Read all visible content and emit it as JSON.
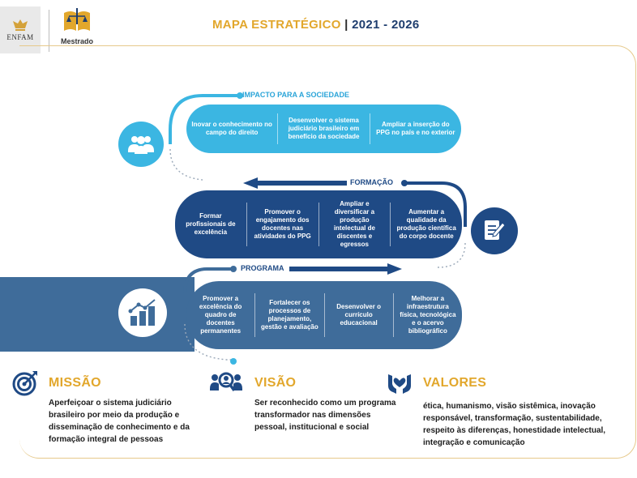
{
  "header": {
    "logo_left_text": "ENFAM",
    "logo_right_text": "Mestrado",
    "title_main": "MAPA ESTRATÉGICO",
    "title_sep": " | ",
    "title_years": "2021 - 2026"
  },
  "rows": [
    {
      "label": "IMPACTO PARA A SOCIEDADE",
      "icon": "people-icon",
      "cells": [
        "Inovar o conhecimento no campo do direito",
        "Desenvolver o sistema judiciário brasileiro em benefício da sociedade",
        "Ampliar a inserção do PPG no país e no exterior"
      ]
    },
    {
      "label": "FORMAÇÃO",
      "icon": "document-edit-icon",
      "cells": [
        "Formar profissionais de excelência",
        "Promover o engajamento dos docentes nas atividades do PPG",
        "Ampliar e diversificar a produção intelectual de discentes e egressos",
        "Aumentar a qualidade da produção científica do corpo docente"
      ]
    },
    {
      "label": "PROGRAMA",
      "icon": "growth-chart-icon",
      "cells": [
        "Promover a excelência do quadro de docentes permanentes",
        "Fortalecer os processos de planejamento, gestão e avaliação",
        "Desenvolver o currículo educacional",
        "Melhorar a infraestrutura física, tecnológica e o acervo bibliográfico"
      ]
    }
  ],
  "sections": {
    "missao": {
      "title": "MISSÃO",
      "icon": "target-icon",
      "text": "Aperfeiçoar o sistema judiciário brasileiro por meio da produção e disseminação de conhecimento e da formação integral de pessoas"
    },
    "visao": {
      "title": "VISÃO",
      "icon": "team-magnifier-icon",
      "text": "Ser reconhecido como um programa transformador nas dimensões pessoal, institucional e social"
    },
    "valores": {
      "title": "VALORES",
      "icon": "hands-heart-icon",
      "text": "ética, humanismo, visão sistêmica, inovação responsável, transformação, sustentabilidade, respeito às diferenças, honestidade intelectual, integração e comunicação"
    }
  },
  "colors": {
    "gold": "#e2a72c",
    "light_blue": "#3bb6e2",
    "navy": "#1f4a85",
    "steel_blue": "#3f6c9a"
  }
}
